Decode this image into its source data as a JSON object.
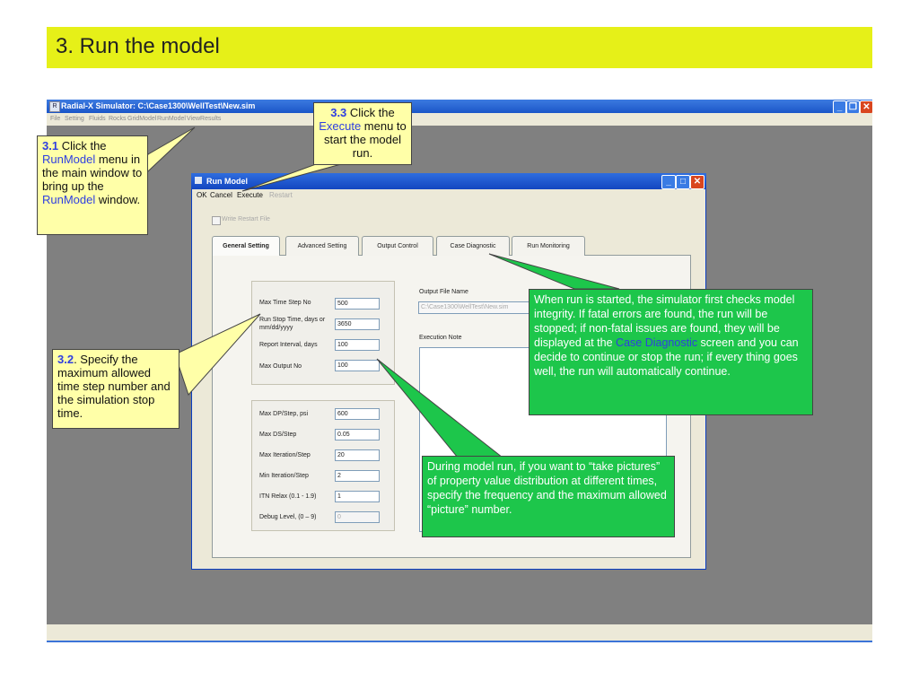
{
  "slide": {
    "title": "3. Run the model"
  },
  "app": {
    "title": "Radial-X Simulator:  C:\\Case1300\\WellTest\\New.sim",
    "menu": [
      "File",
      "Setting",
      "Fluids",
      "Rocks",
      "GridModel",
      "RunModel",
      "ViewResults"
    ]
  },
  "run_model": {
    "title": "Run Model",
    "menu": [
      "OK",
      "Cancel",
      "Execute",
      "Restart"
    ],
    "write_restart_label": "Write Restart File",
    "tabs": [
      "General Setting",
      "Advanced Setting",
      "Output Control",
      "Case Diagnostic",
      "Run Monitoring"
    ],
    "group1": [
      {
        "label": "Max Time Step No",
        "value": "500"
      },
      {
        "label": "Run Stop Time, days or mm/dd/yyyy",
        "value": "3650"
      },
      {
        "label": "Report Interval, days",
        "value": "100"
      },
      {
        "label": "Max Output No",
        "value": "100"
      }
    ],
    "group2": [
      {
        "label": "Max DP/Step, psi",
        "value": "600"
      },
      {
        "label": "Max DS/Step",
        "value": "0.05"
      },
      {
        "label": "Max Iteration/Step",
        "value": "20"
      },
      {
        "label": "Min Iteration/Step",
        "value": "2"
      },
      {
        "label": "ITN Relax (0.1 - 1.9)",
        "value": "1"
      },
      {
        "label": "Debug Level, (0 – 9)",
        "value": "0"
      }
    ],
    "output_file_label": "Output File Name",
    "output_file_value": "C:\\Case1300\\WellTest\\New.sim",
    "execution_note_label": "Execution Note"
  },
  "callouts": {
    "c31": {
      "num": "3.1",
      "t1": " Click the ",
      "hl": "RunModel",
      "t2": " menu in the main window to bring up the ",
      "hl2": "RunModel",
      "t3": " window."
    },
    "c33": {
      "num": "3.3",
      "t1": " Click the ",
      "hl": "Execute",
      "t2": " menu to start the model run."
    },
    "c32": {
      "num": "3.2",
      "t1": ". Specify the maximum allowed time step number and the simulation stop time."
    },
    "c_check": {
      "t1": "When run is started, the simulator first checks model integrity. If fatal errors are found, the run will be stopped; if non-fatal issues are found, they will be displayed at the ",
      "hl": "Case Diagnostic",
      "t2": " screen and you can decide to continue or stop the run; if every thing goes well, the run will automatically continue."
    },
    "c_picture": {
      "text": "During model run, if you want to “take pictures” of property value distribution at different times, specify the frequency and the maximum allowed “picture” number."
    }
  },
  "colors": {
    "title_bar": "#e6f018",
    "callout_yellow": "#ffffa8",
    "callout_green": "#1dc64b",
    "highlight_blue": "#2f3fe0",
    "window_blue": "#1b56c8"
  }
}
